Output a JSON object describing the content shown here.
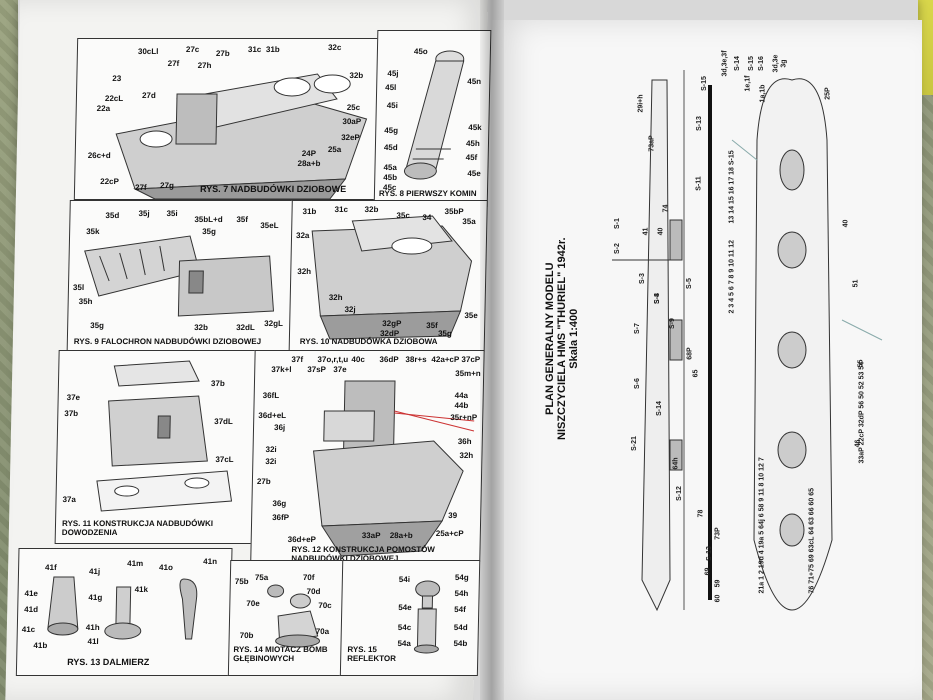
{
  "left_page": {
    "figures": [
      {
        "id": "rys7",
        "caption": "RYS. 7 NADBUDÓWKI DZIOBOWE",
        "labels": [
          "30cLl",
          "27c",
          "27b",
          "31c",
          "31b",
          "32c",
          "27f",
          "27h",
          "23",
          "22cL",
          "22a",
          "27d",
          "26c+d",
          "22cP",
          "27f",
          "27g",
          "32b",
          "25c",
          "30aP",
          "32eP",
          "25a",
          "24P",
          "28a+b"
        ]
      },
      {
        "id": "rys8",
        "caption": "RYS. 8 PIERWSZY KOMIN",
        "labels": [
          "45o",
          "45j",
          "45l",
          "45i",
          "45g",
          "45d",
          "45a",
          "45b",
          "45c",
          "45n",
          "45k",
          "45h",
          "45f",
          "45e"
        ]
      },
      {
        "id": "rys9",
        "caption": "RYS. 9 FALOCHRON NADBUDÓWKI DZIOBOWEJ",
        "labels": [
          "35d",
          "35j",
          "35i",
          "35bL+d",
          "35f",
          "35k",
          "35g",
          "35eL",
          "35l",
          "35h",
          "35g",
          "32b",
          "32dL",
          "32gL"
        ]
      },
      {
        "id": "rys10",
        "caption": "RYS. 10 NADBUDÓWKA DZIOBOWA",
        "labels": [
          "31b",
          "31c",
          "32b",
          "35c",
          "34",
          "35bP",
          "35a",
          "32a",
          "32h",
          "32h",
          "32j",
          "32gP",
          "32dP",
          "35f",
          "35g",
          "35e"
        ]
      },
      {
        "id": "rys11",
        "caption": "RYS. 11 KONSTRUKCJA NADBUDÓWKI DOWODZENIA",
        "labels": [
          "37e",
          "37b",
          "37b",
          "37dL",
          "37cL",
          "37a"
        ]
      },
      {
        "id": "rys12",
        "caption": "RYS. 12 KONSTRUKCJA POMOSTÓW NADBUDÓWKI DZIOBOWEJ",
        "labels": [
          "37f",
          "37o,r,t,u",
          "40c",
          "37e",
          "36dP",
          "38r+s",
          "42a+cP",
          "37cP",
          "37k+l",
          "37sP",
          "35m+n",
          "36fL",
          "44a",
          "44b",
          "36d+eL",
          "35r+nP",
          "36j",
          "32i",
          "36h",
          "32i",
          "32h",
          "27b",
          "36g",
          "36fP",
          "39",
          "36d+eP",
          "33aP",
          "28a+b",
          "25a+cP"
        ]
      },
      {
        "id": "rys13",
        "caption": "RYS. 13 DALMIERZ",
        "labels": [
          "41f",
          "41j",
          "41m",
          "41o",
          "41n",
          "41e",
          "41g",
          "41k",
          "41d",
          "41c",
          "41h",
          "41b",
          "41l"
        ]
      },
      {
        "id": "rys14",
        "caption": "RYS. 14 MIOTACZ BOMB GŁĘBINOWYCH",
        "labels": [
          "75b",
          "75a",
          "70f",
          "70e",
          "70d",
          "70c",
          "70b",
          "70a"
        ]
      },
      {
        "id": "rys15",
        "caption": "RYS. 15 REFLEKTOR",
        "labels": [
          "54i",
          "54g",
          "54h",
          "54e",
          "54f",
          "54c",
          "54d",
          "54a",
          "54b"
        ]
      }
    ]
  },
  "right_page": {
    "title_lines": [
      "PLAN GENERALNY MODELU",
      "NISZCZYCIELA HMS \"THURIEL\" 1942r.",
      "Skala 1:400"
    ],
    "side_labels": [
      "S-15",
      "29i+h",
      "73aP",
      "S-13",
      "S-11",
      "74",
      "41",
      "40",
      "S-1",
      "S-2",
      "S-3",
      "S-4",
      "S-5",
      "S-7",
      "S-8",
      "S-9",
      "S-6",
      "S-14",
      "S-21",
      "S-12",
      "68P",
      "65",
      "64h",
      "78",
      "S-13",
      "69",
      "73P",
      "60",
      "59"
    ],
    "top_labels": [
      "3d,3e,3f",
      "S-14",
      "S-15",
      "S-16",
      "3d,3e",
      "3g",
      "25P",
      "1e,1f",
      "1a,1b",
      "40",
      "51",
      "55",
      "46"
    ],
    "number_rows": [
      "21a 1 2 19d 4 19a 5 64j 6 58 9 11 8 10 12 7",
      "76 71+75 69 63cL 64 63 66 60 65",
      "2 3 4 5 6 7 8 9 10 11 12",
      "13 14 15 16 17 18 S-15",
      "33aP 22cP 32dP 56 50 52 53 54"
    ]
  }
}
